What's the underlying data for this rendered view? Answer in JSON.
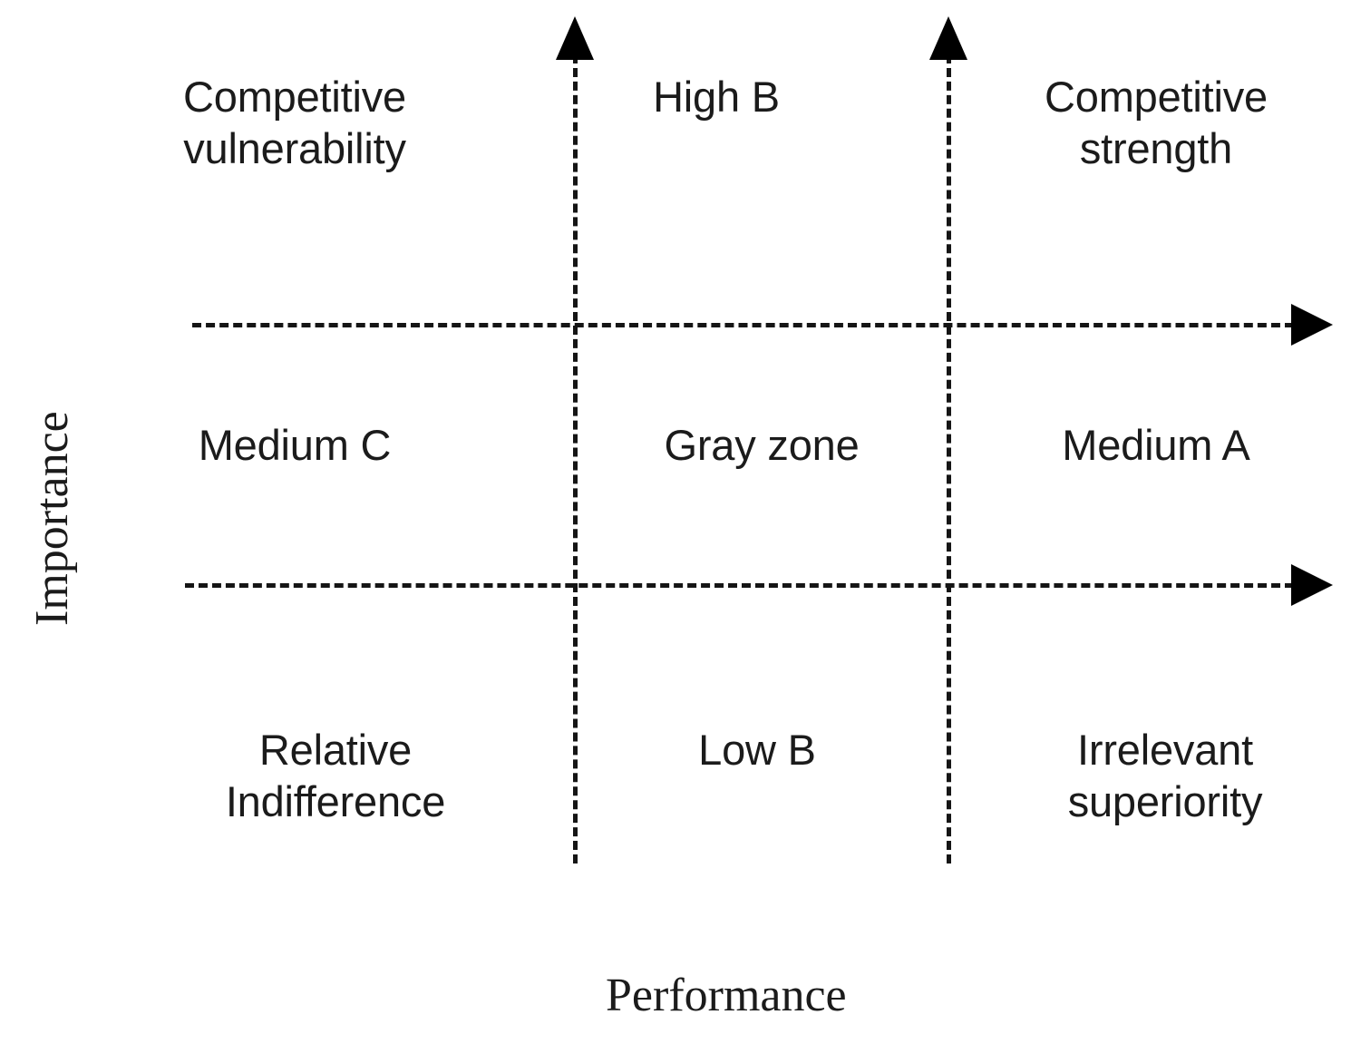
{
  "figure": {
    "type": "importance-performance-matrix",
    "axes": {
      "y_label": "Importance",
      "x_label": "Performance"
    },
    "grid": {
      "columns": [
        "low-performance",
        "medium-performance",
        "high-performance"
      ],
      "rows": [
        "high-importance",
        "medium-importance",
        "low-importance"
      ]
    },
    "cells": [
      {
        "id": "cell-high-low",
        "label": "Competitive\nvulnerability"
      },
      {
        "id": "cell-high-mid",
        "label": "High B"
      },
      {
        "id": "cell-high-high",
        "label": "Competitive\nstrength"
      },
      {
        "id": "cell-medium-low",
        "label": "Medium C"
      },
      {
        "id": "cell-medium-mid",
        "label": "Gray zone"
      },
      {
        "id": "cell-medium-high",
        "label": "Medium A"
      },
      {
        "id": "cell-low-low",
        "label": "Relative\nIndifference"
      },
      {
        "id": "cell-low-mid",
        "label": "Low B"
      },
      {
        "id": "cell-low-high",
        "label": "Irrelevant\nsuperiority"
      }
    ],
    "colors": {
      "background": "#ffffff",
      "line": "#151515",
      "arrow": "#000000",
      "text": "#1b1b1b"
    }
  }
}
